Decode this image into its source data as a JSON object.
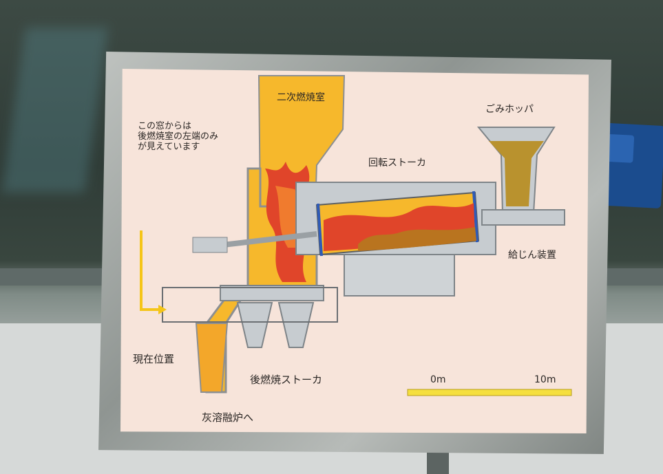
{
  "sign": {
    "note_lines": [
      "この窓からは",
      "後燃焼室の左端のみ",
      "が見えています"
    ],
    "secondary_chamber": "二次燃焼室",
    "waste_hopper": "ごみホッパ",
    "rotary_stoker": "回転ストーカ",
    "feeder": "給じん装置",
    "current_position": "現在位置",
    "post_combustion_stoker": "後燃焼ストーカ",
    "to_ash_melting_furnace": "灰溶融炉へ",
    "scale_start": "0m",
    "scale_end": "10m"
  },
  "colors": {
    "flame_yellow": "#f6b82c",
    "flame_red": "#e0452a",
    "metal_gray": "#a9afb3",
    "panel_pink": "#f7e4da",
    "scale_yellow": "#f5df3e"
  }
}
